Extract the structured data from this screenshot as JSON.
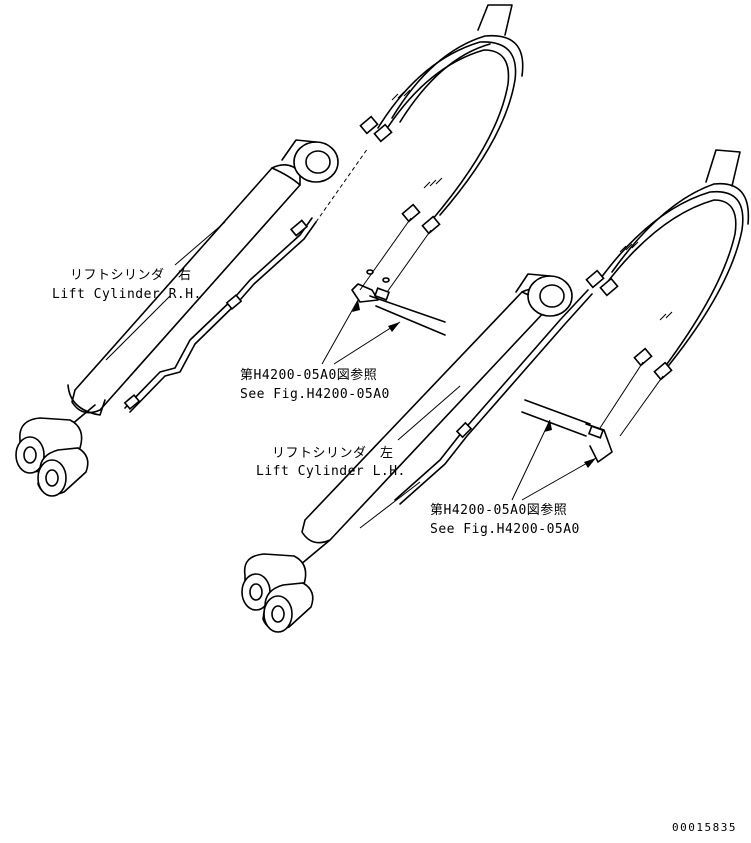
{
  "labels": {
    "rh_jp": "リフトシリンダ　右",
    "rh_en": "Lift Cylinder R.H.",
    "ref1_jp": "第H4200-05A0図参照",
    "ref1_en": "See Fig.H4200-05A0",
    "lh_jp": "リフトシリンダ　左",
    "lh_en": "Lift Cylinder L.H.",
    "ref2_jp": "第H4200-05A0図参照",
    "ref2_en": "See Fig.H4200-05A0",
    "drawing_no": "00015835"
  },
  "colors": {
    "line": "#000000",
    "background": "#ffffff"
  }
}
